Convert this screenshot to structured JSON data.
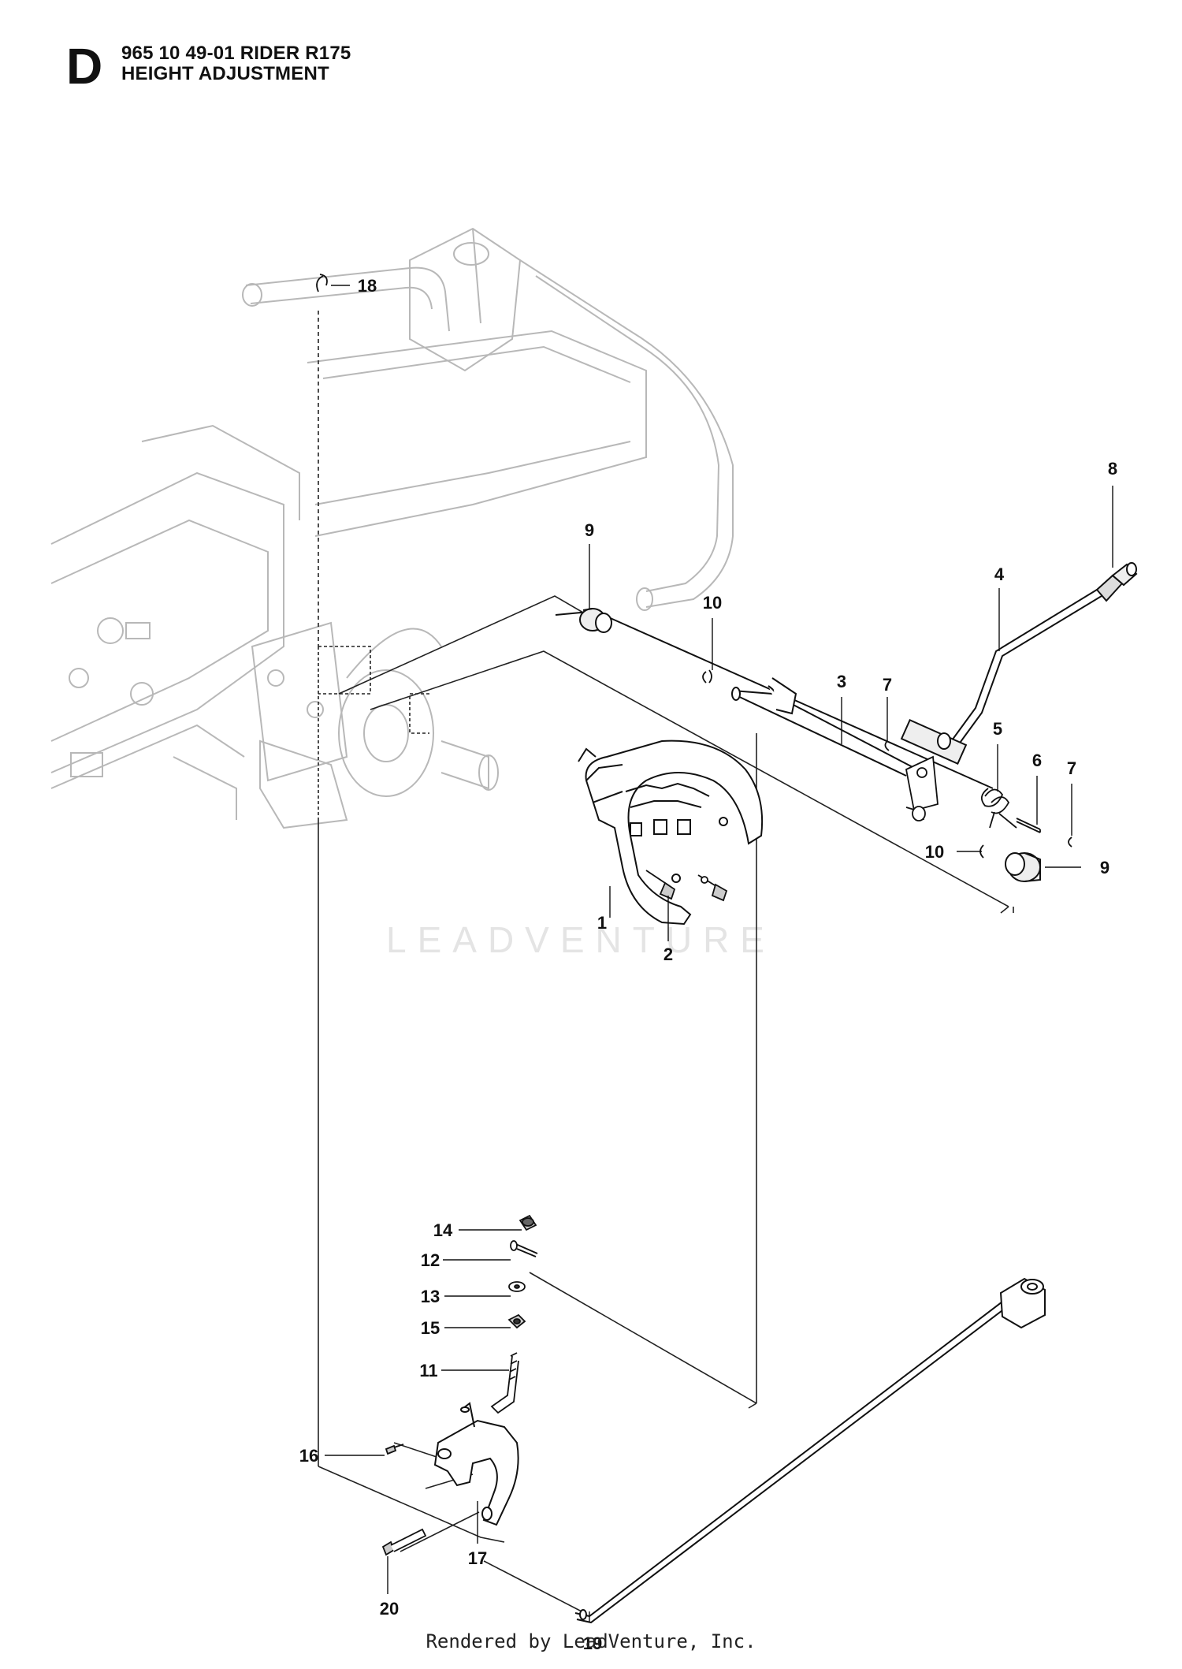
{
  "header": {
    "section_letter": "D",
    "title_line1": "965 10 49-01 RIDER R175",
    "title_line2": "HEIGHT ADJUSTMENT"
  },
  "watermark": "LEADVENTURE",
  "footer": "Rendered by LeadVenture, Inc.",
  "callouts": [
    {
      "id": "c1",
      "label": "1"
    },
    {
      "id": "c2",
      "label": "2"
    },
    {
      "id": "c3",
      "label": "3"
    },
    {
      "id": "c4",
      "label": "4"
    },
    {
      "id": "c5",
      "label": "5"
    },
    {
      "id": "c6",
      "label": "6"
    },
    {
      "id": "c7a",
      "label": "7"
    },
    {
      "id": "c7b",
      "label": "7"
    },
    {
      "id": "c8",
      "label": "8"
    },
    {
      "id": "c9a",
      "label": "9"
    },
    {
      "id": "c9b",
      "label": "9"
    },
    {
      "id": "c10a",
      "label": "10"
    },
    {
      "id": "c10b",
      "label": "10"
    },
    {
      "id": "c11",
      "label": "11"
    },
    {
      "id": "c12",
      "label": "12"
    },
    {
      "id": "c13",
      "label": "13"
    },
    {
      "id": "c14",
      "label": "14"
    },
    {
      "id": "c15",
      "label": "15"
    },
    {
      "id": "c16",
      "label": "16"
    },
    {
      "id": "c17",
      "label": "17"
    },
    {
      "id": "c18",
      "label": "18"
    },
    {
      "id": "c19",
      "label": "19"
    },
    {
      "id": "c20",
      "label": "20"
    }
  ]
}
